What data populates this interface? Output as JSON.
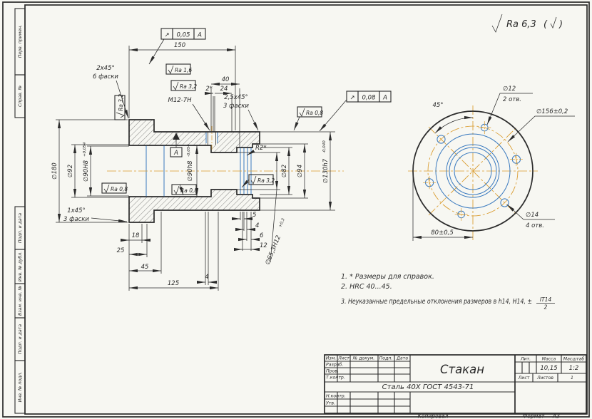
{
  "colors": {
    "line": "#2b2b2b",
    "blue": "#3a7abf",
    "center": "#d99a2b",
    "paper": "#f7f7f2"
  },
  "general_roughness": {
    "value": "Ra 6,3",
    "note_open": "(",
    "note_close": ")"
  },
  "margin_labels": [
    "Перв. примен.",
    "Справ. №",
    "Подп. и дата",
    "Инв. № дубл.",
    "Взам. инв. №",
    "Подп. и дата",
    "Инв. № подл."
  ],
  "tol_frames": [
    {
      "symbol": "↗",
      "value": "0,05",
      "datum": "A"
    },
    {
      "symbol": "↗",
      "value": "0,08",
      "datum": "A"
    }
  ],
  "main_view": {
    "datum": "A",
    "dims": {
      "d150": "150",
      "d40": "40",
      "d2": "2*",
      "d24": "24",
      "d18": "18",
      "d25": "25",
      "d45": "45",
      "d125": "125",
      "d4": "4",
      "g5": "5",
      "g4": "4",
      "g6": "6",
      "g12": "12",
      "chamfer2": "2х45°",
      "chamfer2n": "6 фаски",
      "chamfer25": "2,5х45°",
      "chamfer25n": "3 фаски",
      "chamfer1": "1х45°",
      "chamfer1n": "3 фаски",
      "thread": "M12-7H",
      "r2": "R2*",
      "dia180": "∅180",
      "dia92": "∅92",
      "dia90": "∅90H8",
      "dia90t": "+0,054",
      "dia90m": "∅90h8",
      "dia90mt": "-0,054",
      "dia82": "∅82",
      "dia94": "∅94",
      "dia130": "∅130h7",
      "dia130t": "-0,040",
      "dia653": "∅65,3H12",
      "dia653t": "+0,3",
      "ra16": "Ra 1,6",
      "ra32top": "Ra 3,2",
      "ra32left": "Ra 3,2",
      "ra32right": "Ra 3,2",
      "ra08right": "Ra 0,8",
      "ra08mid": "Ra 0,8",
      "ra08left": "Ra 0,8"
    }
  },
  "side_view": {
    "angle": "45°",
    "dia12": "∅12",
    "dia12n": "2 отв.",
    "dia156": "∅156±0,2",
    "dia14": "∅14",
    "dia14n": "4 отв.",
    "d80": "80±0,5"
  },
  "notes": {
    "n1": "1.  * Размеры для справок.",
    "n2": "2.  HRC 40...45.",
    "n3": "3.  Неуказанные предельные отклонения размеров в h14, H14, ±",
    "n3num": "IT14",
    "n3den": "2"
  },
  "title_block": {
    "part_name": "Стакан",
    "material": "Сталь 40Х  ГОСТ 4543-71",
    "col_izm": "Изм.",
    "col_list": "Лист",
    "col_doc": "№ докум.",
    "col_sign": "Подп.",
    "col_date": "Дата",
    "row_razrab": "Разраб.",
    "row_prov": "Пров.",
    "row_tkontr": "Т.контр.",
    "row_nkontr": "Н.контр.",
    "row_utv": "Утв.",
    "lit": "Лит.",
    "mass": "Масса",
    "scale": "Масштаб",
    "mass_val": "10,15",
    "scale_val": "1:2",
    "sheet": "Лист",
    "sheets": "Листов",
    "sheets_val": "1",
    "copied": "Копировал",
    "format": "Формат",
    "format_val": "А3"
  }
}
